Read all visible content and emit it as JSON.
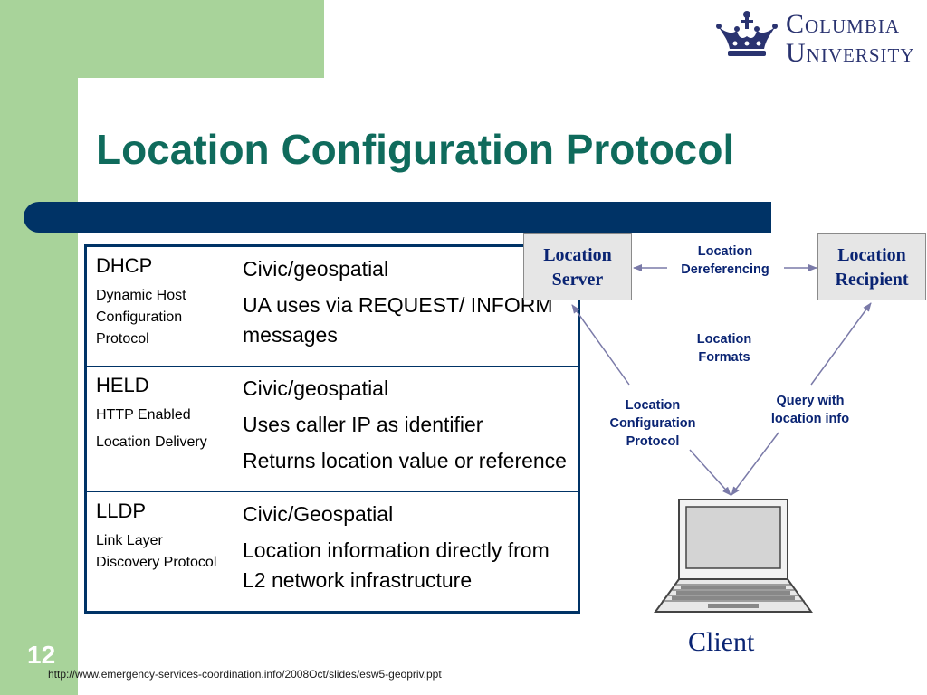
{
  "slide": {
    "title": "Location Configuration Protocol",
    "number": "12",
    "footer_url": "http://www.emergency-services-coordination.info/2008Oct/slides/esw5-geopriv.ppt"
  },
  "logo": {
    "line1": "Columbia",
    "line2": "University",
    "icon": "crown-icon"
  },
  "table": {
    "rows": [
      {
        "name": "DHCP",
        "full_name": [
          "Dynamic Host Configuration Protocol"
        ],
        "details": [
          "Civic/geospatial",
          "UA uses via REQUEST/ INFORM messages"
        ]
      },
      {
        "name": "HELD",
        "full_name": [
          "HTTP Enabled",
          "Location Delivery"
        ],
        "details": [
          "Civic/geospatial",
          "Uses caller IP as identifier",
          "Returns location value or reference"
        ]
      },
      {
        "name": "LLDP",
        "full_name": [
          "Link Layer Discovery Protocol"
        ],
        "details": [
          "Civic/Geospatial",
          "Location information directly from L2 network infrastructure"
        ]
      }
    ]
  },
  "diagram": {
    "location_server": "Location\nServer",
    "location_recipient": "Location\nRecipient",
    "dereferencing_label": "Location\nDereferencing",
    "formats_label": "Location\nFormats",
    "configuration_label": "Location\nConfiguration\nProtocol",
    "query_label": "Query with\nlocation info",
    "client_label": "Client",
    "client_icon": "laptop-icon"
  },
  "colors": {
    "green_band": "#a8d39a",
    "navy_bar": "#003366",
    "title_teal": "#0f6b5c",
    "diagram_blue": "#0a2473",
    "arrow": "#7a7aa8"
  }
}
